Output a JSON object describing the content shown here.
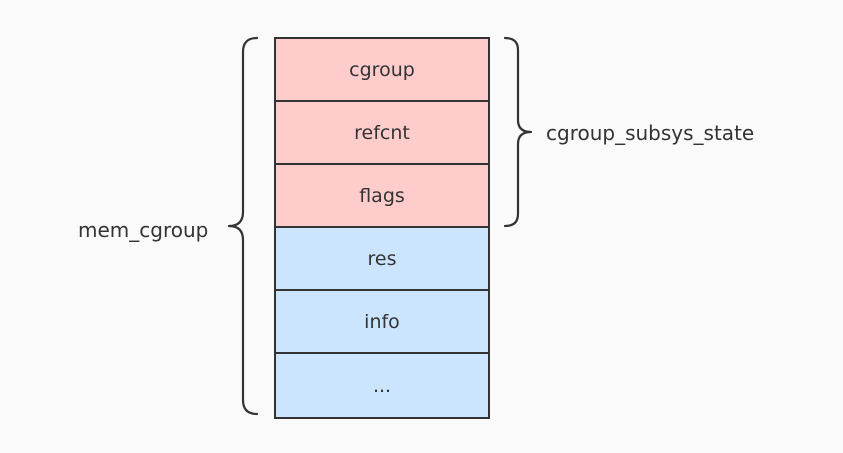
{
  "colors": {
    "css_fill": "#ffcccc",
    "mem_fill": "#cce5ff",
    "stroke": "#333333",
    "background": "#fafafa"
  },
  "struct": {
    "fields": [
      {
        "name": "cgroup",
        "group": "css"
      },
      {
        "name": "refcnt",
        "group": "css"
      },
      {
        "name": "flags",
        "group": "css"
      },
      {
        "name": "res",
        "group": "mem"
      },
      {
        "name": "info",
        "group": "mem"
      },
      {
        "name": "...",
        "group": "mem"
      }
    ]
  },
  "labels": {
    "outer": "mem_cgroup",
    "inner": "cgroup_subsys_state"
  }
}
